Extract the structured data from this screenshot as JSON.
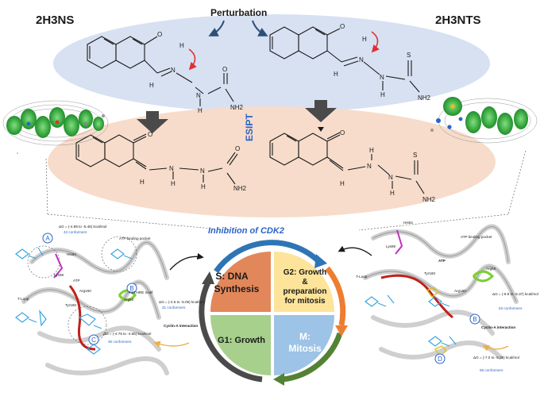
{
  "labels": {
    "left_molecule": "2H3NS",
    "right_molecule": "2H3NTS",
    "perturbation": "Perturbation",
    "esipt": "ESIPT",
    "inhibition": "Inhibition of CDK2"
  },
  "atoms": {
    "O": "O",
    "H": "H",
    "N": "N",
    "S": "S",
    "NH2": "NH2"
  },
  "cell_cycle": {
    "s_phase_line1": "S: DNA",
    "s_phase_line2": "Synthesis",
    "g2_line1": "G2: Growth",
    "g2_line2": "&",
    "g2_line3": "preparation",
    "g2_line4": "for mitosis",
    "g1": "G1: Growth",
    "m_line1": "M:",
    "m_line2": "Mitosis"
  },
  "left_protein": {
    "site_a": "A",
    "site_b": "B",
    "site_c": "C",
    "site_a_dg": "ΔG = (-4.88 to -5.46) kcal/mol",
    "site_a_conf": "43 conformers",
    "site_b_dg": "ΔG = (-4.5 to -5.06) kcal/mol",
    "site_b_conf": "31 conformers",
    "site_c_dg": "ΔG = (-4.75 to -4.65) kcal/mol",
    "site_c_conf": "36 conformers",
    "atp_pocket": "ATP binding pocket",
    "cyclin": "Cyclin-A interaction",
    "t_loop": "T-Loop",
    "res_his84": "His84",
    "res_lys89": "Lys89",
    "res_atp": "ATP",
    "res_arg150": "Arg150",
    "res_tyr180": "Tyr180",
    "res_pstart": "PSTAIRE motif",
    "res_arg50": "Arg50"
  },
  "right_protein": {
    "site_b": "B",
    "site_d": "D",
    "site_b_dg": "ΔG = (-6.8 to -5.37) kcal/mol",
    "site_b_conf": "53 conformers",
    "site_d_dg": "ΔG = (-7.0 to -5.38) kcal/mol",
    "site_d_conf": "58 conformers",
    "atp_pocket": "ATP binding pocket",
    "cyclin": "Cyclin-A interaction",
    "t_loop": "T-Loop",
    "res_his84": "His84",
    "res_lys89": "Lys89",
    "res_atp": "ATP",
    "res_arg50": "Arg50",
    "res_tyr180": "Tyr180",
    "res_arg150": "Arg150"
  },
  "colors": {
    "top_ellipse": "#d7e1f2",
    "bottom_ellipse": "#f7dccb",
    "s_phase": "#e2875a",
    "g2_phase": "#fde49a",
    "g1_phase": "#a7d08c",
    "m_phase": "#9dc3e6",
    "arrow_dark": "#4a4a4a",
    "pert_arrow": "#2f4f78",
    "red_arrow": "#e03030",
    "blue_label": "#2a64c8"
  }
}
